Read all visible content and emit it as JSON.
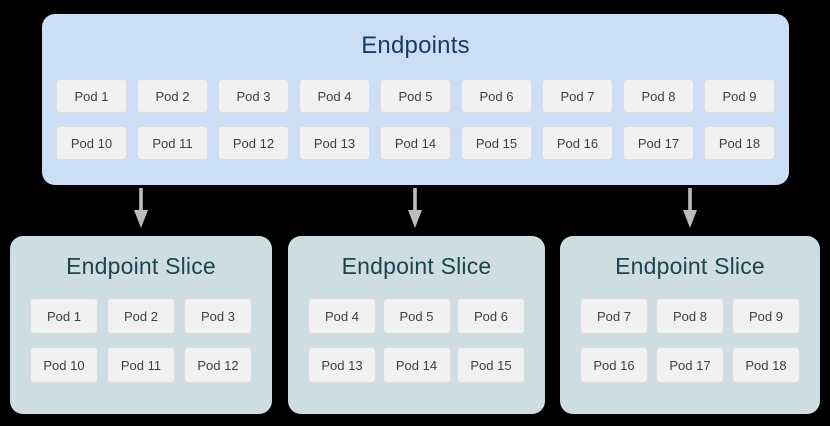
{
  "diagram": {
    "title_color": "#1b3a66",
    "endpoints_panel_color": "#cbdef5",
    "slice_panel_color": "#cddde1",
    "pod_chip_color": "#f1f1f1",
    "arrow_color": "#bdbdbd"
  },
  "endpoints": {
    "title": "Endpoints",
    "rows": [
      [
        "Pod 1",
        "Pod 2",
        "Pod 3",
        "Pod 4",
        "Pod 5",
        "Pod 6",
        "Pod 7",
        "Pod 8",
        "Pod 9"
      ],
      [
        "Pod 10",
        "Pod 11",
        "Pod 12",
        "Pod 13",
        "Pod 14",
        "Pod 15",
        "Pod 16",
        "Pod 17",
        "Pod 18"
      ]
    ]
  },
  "arrows": [
    {
      "name": "arrow-to-slice-1"
    },
    {
      "name": "arrow-to-slice-2"
    },
    {
      "name": "arrow-to-slice-3"
    }
  ],
  "slices": [
    {
      "title": "Endpoint Slice",
      "rows": [
        [
          "Pod 1",
          "Pod 2",
          "Pod 3"
        ],
        [
          "Pod 10",
          "Pod 11",
          "Pod 12"
        ]
      ]
    },
    {
      "title": "Endpoint Slice",
      "rows": [
        [
          "Pod 4",
          "Pod 5",
          "Pod 6"
        ],
        [
          "Pod 13",
          "Pod 14",
          "Pod 15"
        ]
      ]
    },
    {
      "title": "Endpoint Slice",
      "rows": [
        [
          "Pod 7",
          "Pod 8",
          "Pod 9"
        ],
        [
          "Pod 16",
          "Pod 17",
          "Pod 18"
        ]
      ]
    }
  ]
}
